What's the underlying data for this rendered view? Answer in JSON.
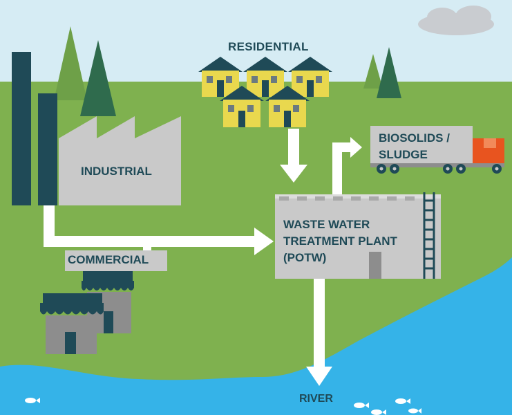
{
  "labels": {
    "residential": "RESIDENTIAL",
    "industrial": "INDUSTRIAL",
    "commercial": "COMMERCIAL",
    "biosolids_line1": "BIOSOLIDS /",
    "biosolids_line2": "SLUDGE",
    "plant_line1": "WASTE WATER",
    "plant_line2": "TREATMENT PLANT",
    "plant_line3": "(POTW)",
    "river": "RIVER"
  },
  "colors": {
    "sky": "#d6ecf4",
    "grass": "#7fb14f",
    "grass_dark": "#6fa244",
    "water": "#35b3e8",
    "building_gray": "#c9c9c9",
    "dark_teal": "#1f4a57",
    "tree_green": "#2f6b4d",
    "house_yellow": "#e9d84e",
    "truck_orange": "#e8541f",
    "arrow": "#ffffff"
  },
  "icons": [
    "factory-icon",
    "smokestack-icon",
    "tree-icon",
    "house-icon",
    "shop-icon",
    "truck-icon",
    "fish-icon",
    "cloud-icon",
    "ladder-icon",
    "arrow-icon"
  ]
}
